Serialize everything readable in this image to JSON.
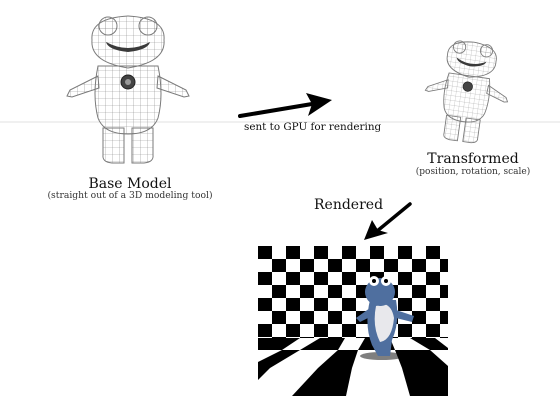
{
  "labels": {
    "base_title": "Base Model",
    "base_subtitle": "(straight out of a 3D modeling tool)",
    "gpu_arrow": "sent to GPU for rendering",
    "transformed_title": "Transformed",
    "transformed_subtitle": "(position, rotation, scale)",
    "rendered_title": "Rendered"
  },
  "colors": {
    "background": "#ffffff",
    "wireframe": "#8a8a8a",
    "model_fill": "#f5f5f5",
    "arrow": "#000000",
    "checker_dark": "#000000",
    "checker_light": "#ffffff",
    "character_blue": "#4f6f9f",
    "character_belly": "#e8e8ec"
  },
  "icons": {
    "base_model": "wireframe-frog-character",
    "transformed_model": "wireframe-frog-character-rotated",
    "render": "rendered-character-on-checkerboard"
  }
}
